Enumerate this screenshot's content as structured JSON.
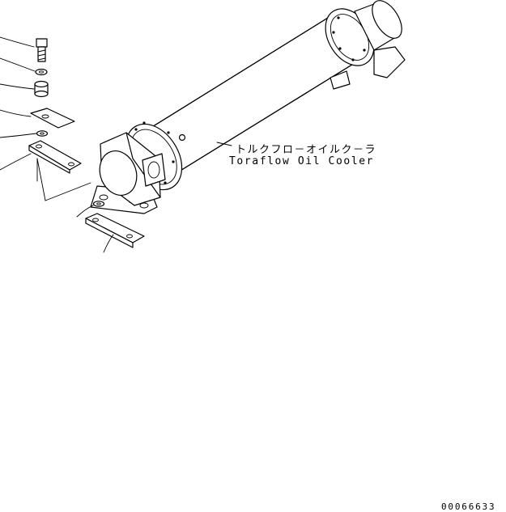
{
  "callout": {
    "label_jp": "トルクフロ－オイルク－ラ",
    "label_en": "Toraflow Oil Cooler"
  },
  "drawing_number": "00066633"
}
